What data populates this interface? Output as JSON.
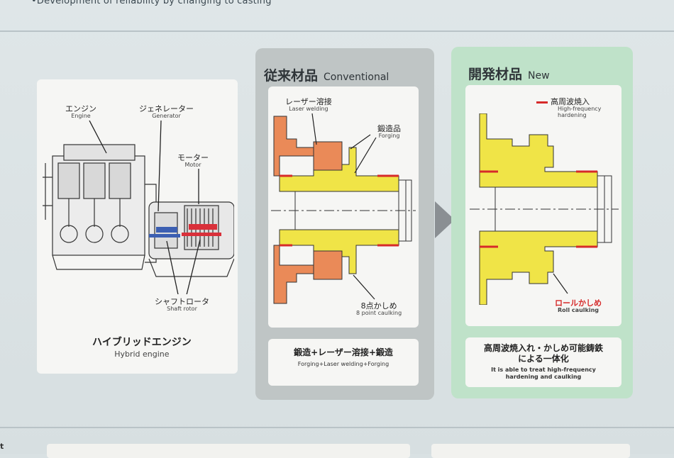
{
  "header": {
    "caption": "•Development of reliability by changing to casting"
  },
  "engine_panel": {
    "labels": {
      "engine_jp": "エンジン",
      "engine_en": "Engine",
      "generator_jp": "ジェネレーター",
      "generator_en": "Generator",
      "motor_jp": "モーター",
      "motor_en": "Motor",
      "shaft_rotor_jp": "シャフトロータ",
      "shaft_rotor_en": "Shaft rotor"
    },
    "title_jp": "ハイブリッドエンジン",
    "title_en": "Hybrid engine"
  },
  "conventional": {
    "title_jp": "従来材品",
    "title_en": "Conventional",
    "laser_jp": "レーザー溶接",
    "laser_en": "Laser welding",
    "forging_jp": "鍛造品",
    "forging_en": "Forging",
    "caulk_jp": "8点かしめ",
    "caulk_en": "8 point caulking",
    "process_jp": "鍛造+レーザー溶接+鍛造",
    "process_en": "Forging+Laser welding+Forging"
  },
  "new": {
    "title_jp": "開発材品",
    "title_en": "New",
    "legend_jp": "高周波焼入",
    "legend_en_1": "High-frequency",
    "legend_en_2": "hardening",
    "roll_jp": "ロールかしめ",
    "roll_en": "Roll caulking",
    "summary_jp_1": "高周波焼入れ・かしめ可能鋳鉄",
    "summary_jp_2": "による一体化",
    "summary_en_1": "It is able to treat high-frequency",
    "summary_en_2": "hardening and caulking"
  },
  "footer": {
    "left_mark": "t"
  },
  "colors": {
    "yellow_part": "#f0e447",
    "orange_part": "#ea8a58",
    "hardening_red": "#d62a2a",
    "arrow_gray": "#8a8f93"
  }
}
